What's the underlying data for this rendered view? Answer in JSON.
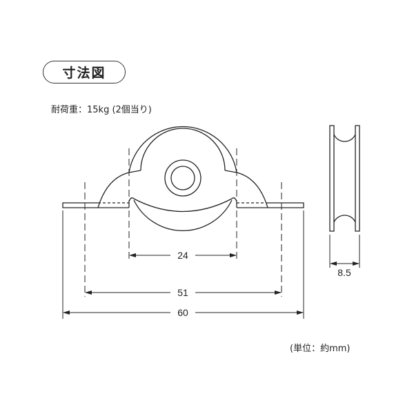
{
  "title": "寸法図",
  "load_capacity": "耐荷重：15kg (2個当り)",
  "unit_note": "(単位：約mm)",
  "dimensions": {
    "wheel_span": "24",
    "mount_hole_span": "51",
    "overall_length": "60",
    "wheel_width": "8.5"
  }
}
